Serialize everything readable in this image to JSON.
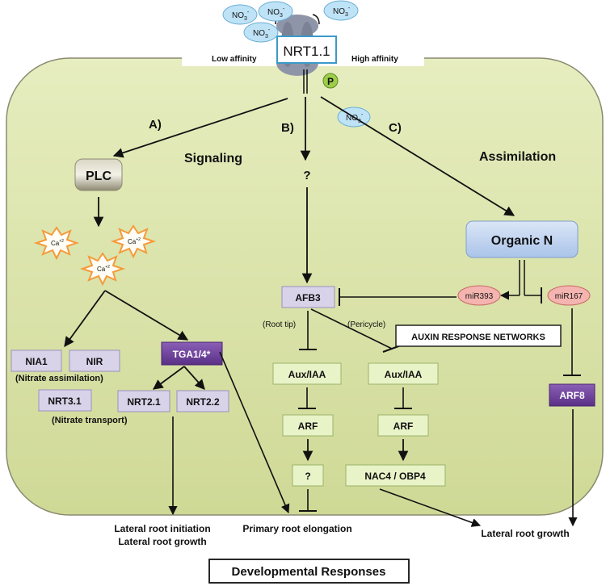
{
  "transporter": {
    "name": "NRT1.1",
    "low_affinity": "Low affinity",
    "high_affinity": "High affinity",
    "phospho": "P"
  },
  "ions": {
    "no3": "NO",
    "no3_sub": "3",
    "no3_sup": "-"
  },
  "branches": {
    "a": "A)",
    "b": "B)",
    "c": "C)"
  },
  "headings": {
    "signaling": "Signaling",
    "assimilation": "Assimilation"
  },
  "nodes": {
    "plc": "PLC",
    "ca": "Ca",
    "ca_sup": "+2",
    "unknown": "?",
    "afb3": "AFB3",
    "organic_n": "Organic N",
    "mir393": "miR393",
    "mir167": "miR167",
    "arf8": "ARF8",
    "nia1": "NIA1",
    "nir": "NIR",
    "nrt31": "NRT3.1",
    "tga": "TGA1/4*",
    "nrt21": "NRT2.1",
    "nrt22": "NRT2.2",
    "auxiaa": "Aux/IAA",
    "arf": "ARF",
    "nac4": "NAC4 / OBP4"
  },
  "notes": {
    "nitrate_assimilation": "(Nitrate assimilation)",
    "nitrate_transport": "(Nitrate transport)",
    "root_tip": "(Root tip)",
    "pericycle": "(Pericycle)",
    "auxin_networks": "AUXIN RESPONSE NETWORKS"
  },
  "outcomes": {
    "lateral_initiation": "Lateral root initiation",
    "lateral_growth_left": "Lateral root  growth",
    "primary_elongation": "Primary root elongation",
    "lateral_growth_right": "Lateral root growth"
  },
  "footer": {
    "developmental": "Developmental Responses"
  },
  "colors": {
    "cell_fill": "#d6e0a3",
    "cell_stroke": "#8a8a70",
    "node_purple_light": "#d9d3ea",
    "node_purple_dark": "#6b3e98",
    "node_green": "#e8f3c7",
    "node_blue": "#c6d8f1",
    "mirna": "#f4b4b0",
    "ion": "#bfe3f6",
    "phospho": "#9ecd4a",
    "ca_star": "#f59a3a"
  }
}
